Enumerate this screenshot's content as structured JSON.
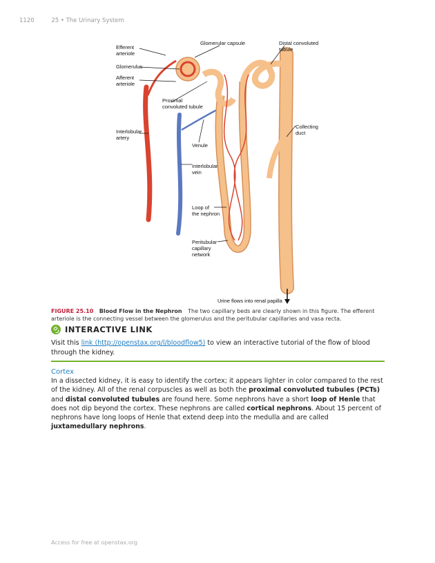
{
  "header": {
    "page_number": "1120",
    "chapter": "25 • The Urinary System"
  },
  "figure": {
    "labels": {
      "efferent_arteriole": [
        "Efferent",
        "arteriole"
      ],
      "glomerulus": [
        "Glomerulus"
      ],
      "afferent_arteriole": [
        "Afferent",
        "arteriole"
      ],
      "glomerular_capsule": [
        "Glomerular capsule"
      ],
      "distal_tubule": [
        "Distal convoluted",
        "tubule"
      ],
      "proximal_tubule": [
        "Proximal",
        "convoluted tubule"
      ],
      "interlobular_artery": [
        "Interlobular",
        "artery"
      ],
      "collecting_duct": [
        "Collecting",
        "duct"
      ],
      "venule": [
        "Venule"
      ],
      "interlobular_vein": [
        "Interlobular",
        "vein"
      ],
      "loop": [
        "Loop of",
        "the nephron"
      ],
      "peritubular": [
        "Peritubular",
        "capillary",
        "network"
      ],
      "urine": [
        "Urine flows into renal papilla"
      ]
    },
    "colors": {
      "artery": "#d9432f",
      "vein": "#5b79c1",
      "tubule": "#f5c08a",
      "tubule_edge": "#d7905a"
    }
  },
  "caption": {
    "number": "FIGURE 25.10",
    "title": "Blood Flow in the Nephron",
    "text": "The two capillary beds are clearly shown in this figure. The efferent arteriole is the connecting vessel between the glomerulus and the peritubular capillaries and vasa recta."
  },
  "interactive": {
    "icon": "link-icon",
    "title": "INTERACTIVE LINK",
    "text_before": "Visit this ",
    "link_text": "link (http://openstax.org/l/bloodflow5)",
    "text_after": " to view an interactive tutorial of the flow of blood through the kidney."
  },
  "section": {
    "title": "Cortex",
    "p1": "In a dissected kidney, it is easy to identify the cortex; it appears lighter in color compared to the rest of the kidney. All of the renal corpuscles as well as both the ",
    "b1": "proximal convoluted tubules (PCTs)",
    "p2": " and ",
    "b2": "distal convoluted tubules",
    "p3": " are found here. Some nephrons have a short ",
    "b3": "loop of Henle",
    "p4": " that does not dip beyond the cortex. These nephrons are called ",
    "b4": "cortical nephrons",
    "p5": ". About 15 percent of nephrons have long loops of Henle that extend deep into the medulla and are called ",
    "b5": "juxtamedullary nephrons",
    "p6": "."
  },
  "footer": {
    "text": "Access for free at openstax.org"
  }
}
